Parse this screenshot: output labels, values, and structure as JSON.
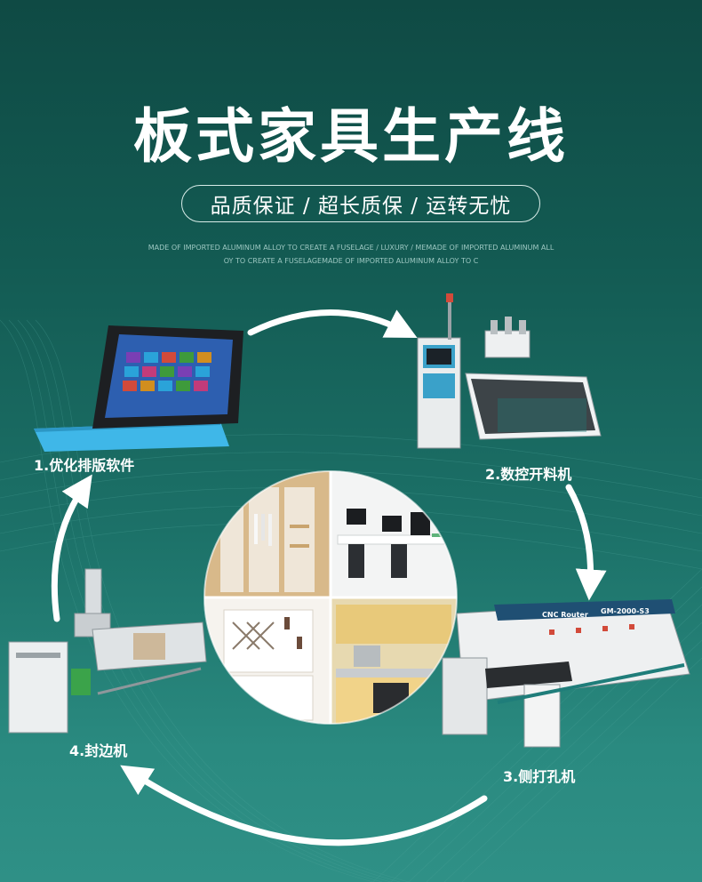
{
  "header": {
    "title": "板式家具生产线",
    "pill": "品质保证 / 超长质保 / 运转无忧",
    "fine_line_1": "MADE OF IMPORTED ALUMINUM ALLOY TO CREATE A FUSELAGE / LUXURY / MEMADE OF IMPORTED ALUMINUM ALL",
    "fine_line_2": "OY TO CREATE A FUSELAGEMADE OF IMPORTED ALUMINUM ALLOY TO C"
  },
  "steps": [
    {
      "label": "1.优化排版软件"
    },
    {
      "label": "2.数控开料机"
    },
    {
      "label": "3.侧打孔机"
    },
    {
      "label": "4.封边机"
    }
  ],
  "machines": {
    "cnc_router_plate": "CNC Router",
    "model_plate": "GM-2000-S3"
  },
  "colors": {
    "bg_top": "#0f4a44",
    "bg_bottom": "#2f9086",
    "accent_teal": "#1f7d7a",
    "tablet_cover": "#3fb7e8"
  }
}
